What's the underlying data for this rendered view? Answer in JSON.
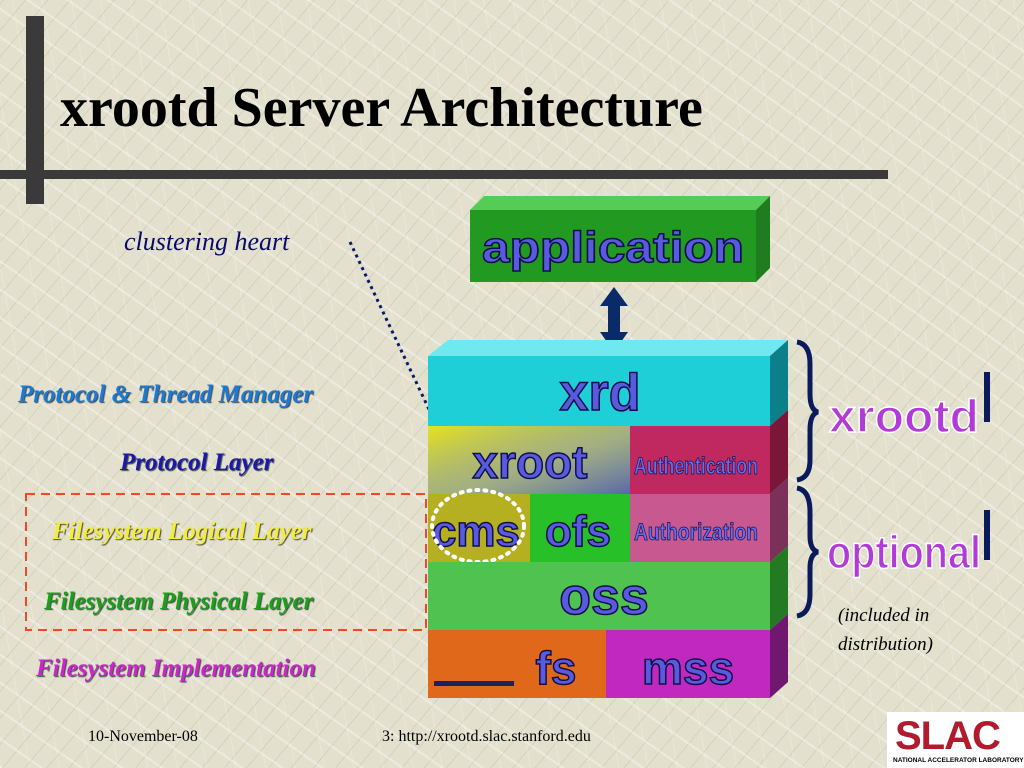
{
  "slide": {
    "title": "xrootd Server Architecture",
    "clustering_label": "clustering heart",
    "layers": [
      {
        "label": "Protocol & Thread Manager",
        "color": "#1a7ad6"
      },
      {
        "label": "Protocol Layer",
        "color": "#1a1aa6"
      },
      {
        "label": "Filesystem Logical Layer",
        "color": "#f4ec3a"
      },
      {
        "label": "Filesystem Physical Layer",
        "color": "#1aa01a"
      },
      {
        "label": "Filesystem Implementation",
        "color": "#c828c8"
      }
    ],
    "stack": {
      "application": "application",
      "xrd": "xrd",
      "xroot": "xroot",
      "authentication": "Authentication",
      "cms": "cms",
      "ofs": "ofs",
      "authorization": "Authorization",
      "oss": "oss",
      "fs": "fs",
      "mss": "mss"
    },
    "brace_labels": {
      "top": "xrootd",
      "bottom": "optional"
    },
    "note": {
      "line1": "(included in",
      "line2": "distribution)"
    }
  },
  "footer": {
    "date": "10-November-08",
    "center": "3: http://xrootd.slac.stanford.edu"
  },
  "logo": {
    "text": "SLAC",
    "subtitle": "NATIONAL ACCELERATOR LABORATORY"
  }
}
